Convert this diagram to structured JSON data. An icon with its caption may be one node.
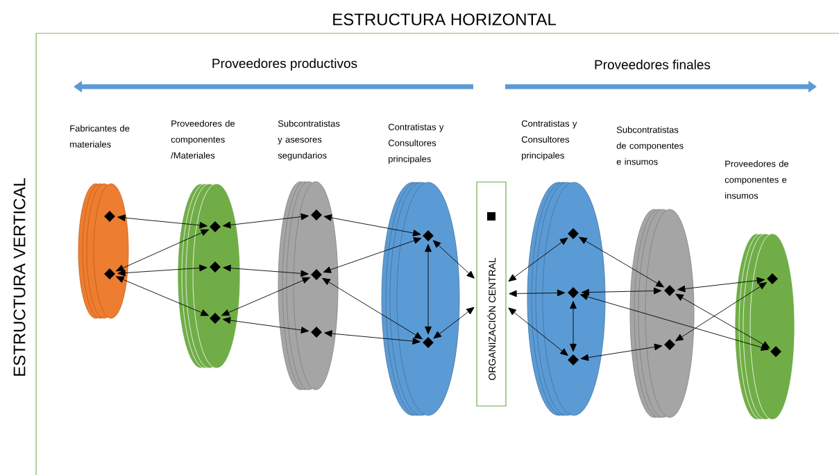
{
  "diagram": {
    "title": "ESTRUCTURA HORIZONTAL",
    "nodes": [
      {
        "text": [
          "Fabricantes de materiales"
        ]
      },
      {
        "text": [],
        "shape": "diamond",
        "in": 0
      },
      {
        "text": [],
        "shape": "diamond",
        "in": 0
      },
      {
        "text": [
          "Proveedores de componentes /Materiales"
        ]
      },
      {
        "text": [],
        "shape": "diamond",
        "in": 3
      },
      {
        "text": [],
        "shape": "diamond",
        "in": 3
      },
      {
        "text": [],
        "shape": "diamond",
        "in": 3
      },
      {
        "text": [
          "Subcontratistas y asesores segundarios"
        ]
      },
      {
        "text": [],
        "shape": "diamond",
        "in": 7
      },
      {
        "text": [],
        "shape": "diamond",
        "in": 7
      },
      {
        "text": [],
        "shape": "diamond",
        "in": 7
      },
      {
        "text": [
          "Contratistas y Consultores principales"
        ]
      },
      {
        "text": [],
        "shape": "diamond",
        "in": 11
      },
      {
        "text": [],
        "shape": "diamond",
        "in": 11
      },
      {
        "text": [
          "ORGANIZACIÓN CENTRAL"
        ]
      },
      {
        "text": [
          "Contratistas y Consultores principales"
        ]
      },
      {
        "text": [],
        "shape": "diamond",
        "in": 15
      },
      {
        "text": [],
        "shape": "diamond",
        "in": 15
      },
      {
        "text": [],
        "shape": "diamond",
        "in": 15
      },
      {
        "text": [
          "Subcontratistas de componentes e insumos"
        ]
      },
      {
        "text": [],
        "shape": "diamond",
        "in": 19
      },
      {
        "text": [],
        "shape": "diamond",
        "in": 19
      },
      {
        "text": [
          "Proveedores de componentes  e insumos"
        ]
      },
      {
        "text": [],
        "shape": "diamond",
        "in": 22
      },
      {
        "text": [],
        "shape": "diamond",
        "in": 22
      }
    ],
    "edges": [
      {
        "from": 1,
        "to": 4,
        "arrow": "both"
      },
      {
        "from": 2,
        "to": 4,
        "arrow": "both"
      },
      {
        "from": 2,
        "to": 5,
        "arrow": "both"
      },
      {
        "from": 2,
        "to": 6,
        "arrow": "both"
      },
      {
        "from": 4,
        "to": 8,
        "arrow": "both"
      },
      {
        "from": 5,
        "to": 9,
        "arrow": "both"
      },
      {
        "from": 6,
        "to": 9,
        "arrow": "both"
      },
      {
        "from": 6,
        "to": 10,
        "arrow": "both"
      },
      {
        "from": 8,
        "to": 12,
        "arrow": "both"
      },
      {
        "from": 9,
        "to": 12,
        "arrow": "both"
      },
      {
        "from": 9,
        "to": 13,
        "arrow": "both"
      },
      {
        "from": 10,
        "to": 13,
        "arrow": "both"
      },
      {
        "from": 12,
        "to": 13,
        "arrow": "both"
      },
      {
        "from": 12,
        "to": 14,
        "arrow": "both"
      },
      {
        "from": 13,
        "to": 14,
        "arrow": "both"
      },
      {
        "from": 14,
        "to": 16,
        "arrow": "both"
      },
      {
        "from": 14,
        "to": 17,
        "arrow": "both"
      },
      {
        "from": 14,
        "to": 18,
        "arrow": "both"
      },
      {
        "from": 17,
        "to": 18,
        "arrow": "both"
      },
      {
        "from": 16,
        "to": 20,
        "arrow": "both"
      },
      {
        "from": 17,
        "to": 20,
        "arrow": "both"
      },
      {
        "from": 17,
        "to": 24,
        "arrow": "both"
      },
      {
        "from": 18,
        "to": 21,
        "arrow": "both"
      },
      {
        "from": 20,
        "to": 23,
        "arrow": "both"
      },
      {
        "from": 20,
        "to": 24,
        "arrow": "both"
      },
      {
        "from": 21,
        "to": 23,
        "arrow": "both"
      }
    ],
    "labels": [
      "ESTRUCTURA VERTICAL",
      "Proveedores productivos",
      "Proveedores finales"
    ]
  }
}
